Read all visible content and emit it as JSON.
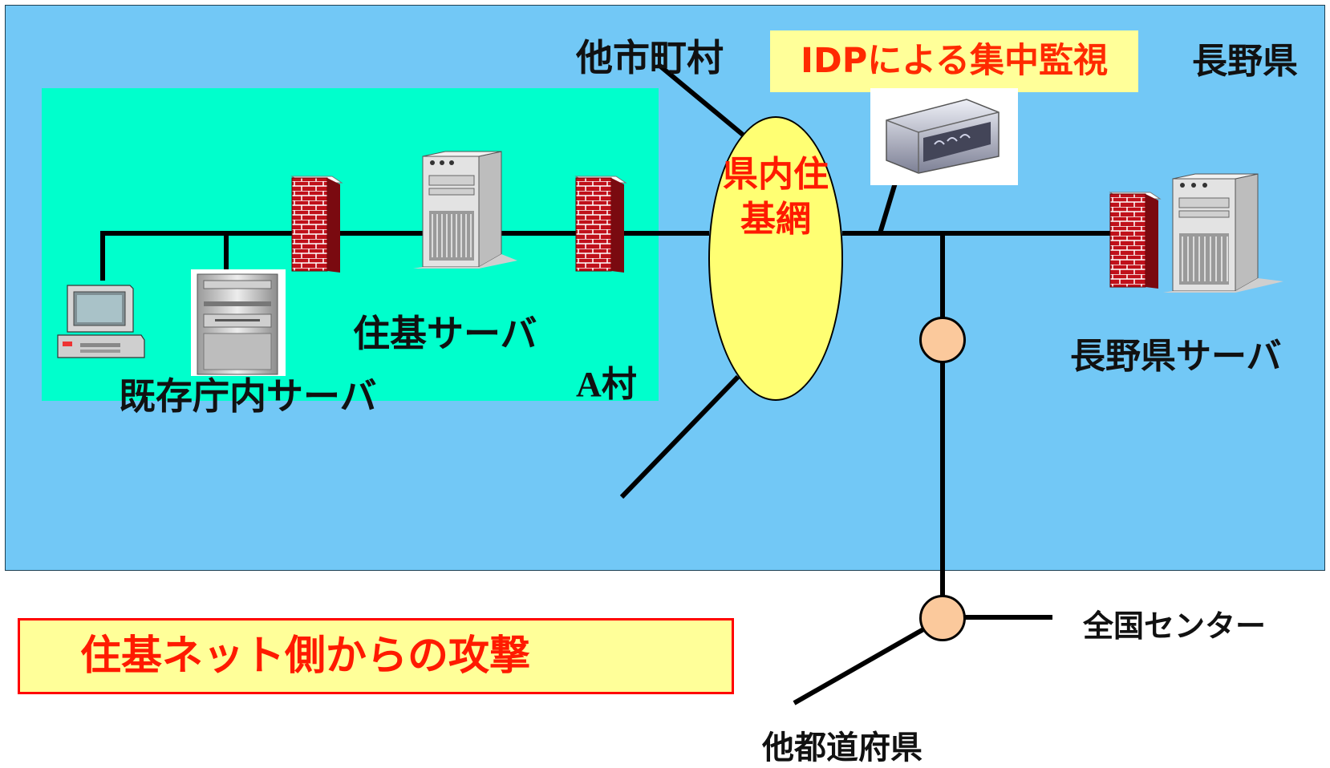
{
  "labels": {
    "other_municipalities": "他市町村",
    "idp_monitoring": "IDPによる集中監視",
    "nagano_prefecture": "長野県",
    "prefectural_network": "県内住基網",
    "juki_server": "住基サーバ",
    "existing_office_server": "既存庁内サーバ",
    "village_a": "A村",
    "nagano_server": "長野県サーバ",
    "national_center": "全国センター",
    "other_prefectures": "他都道府県",
    "attack_caption": "住基ネット側からの攻撃"
  },
  "colors": {
    "prefecture_area": "#72c8f6",
    "village_area": "#00ffcc",
    "network_ellipse": "#ffff73",
    "highlight_box": "#ffff99",
    "alert_text": "#ff1a00",
    "node_fill": "#fbc99c",
    "firewall_brick": "#c0101a"
  },
  "icons": [
    "workstation-icon",
    "tower-server-icon",
    "firewall-icon",
    "idp-appliance-icon"
  ]
}
